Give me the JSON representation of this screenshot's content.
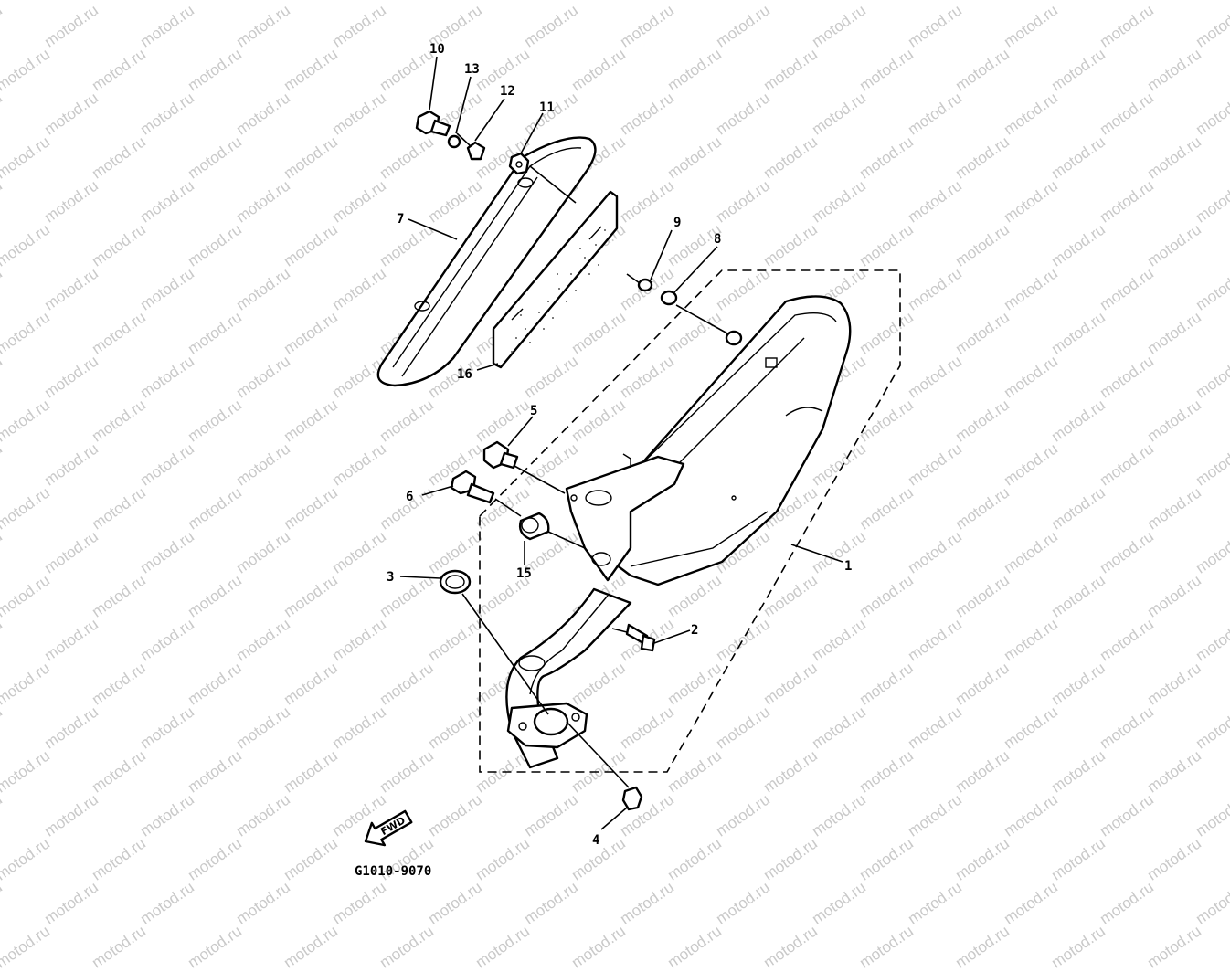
{
  "watermark": "motod.ru",
  "diagram_code": "G1010-9070",
  "fwd_label": "FWD",
  "callouts": {
    "c1": "1",
    "c2": "2",
    "c3": "3",
    "c4": "4",
    "c5": "5",
    "c6": "6",
    "c7": "7",
    "c8": "8",
    "c9": "9",
    "c10": "10",
    "c11": "11",
    "c12": "12",
    "c13": "13",
    "c15": "15",
    "c16": "16"
  }
}
